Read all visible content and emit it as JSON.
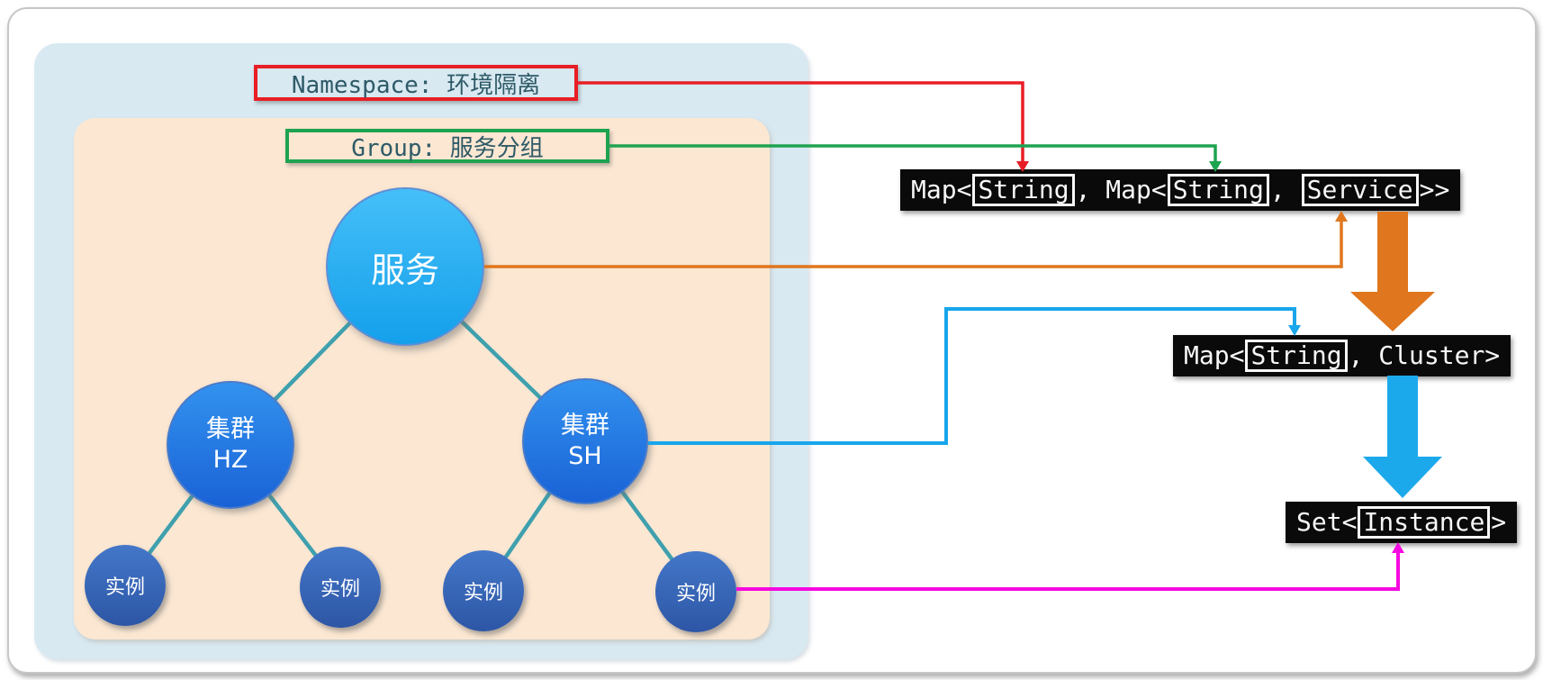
{
  "panels": {
    "namespace": {
      "label": "Namespace: 环境隔离"
    },
    "group": {
      "label": "Group: 服务分组"
    }
  },
  "tree": {
    "service": {
      "label": "服务"
    },
    "clusters": [
      {
        "type": "集群",
        "name": "HZ"
      },
      {
        "type": "集群",
        "name": "SH"
      }
    ],
    "instances": [
      {
        "label": "实例"
      },
      {
        "label": "实例"
      },
      {
        "label": "实例"
      },
      {
        "label": "实例"
      }
    ]
  },
  "code": {
    "service_map": {
      "seg1": "Map<",
      "key1": "String",
      "seg2": ", Map<",
      "key2": "String",
      "seg3": ", ",
      "val": "Service",
      "seg4": ">>"
    },
    "cluster_map": {
      "seg1": "Map<",
      "key": "String",
      "seg2": ", Cluster>"
    },
    "instance_set": {
      "seg1": "Set<",
      "val": "Instance",
      "seg2": ">"
    }
  },
  "colors": {
    "namespace_red": "#e81e25",
    "group_green": "#1ea351",
    "service_orange": "#e0761d",
    "cluster_blue": "#18a6ec",
    "instance_magenta": "#f608e0",
    "tree_line_teal": "#3fa0ae",
    "label_text": "#2e5a67",
    "namespace_panel_bg": "#d8e9f2",
    "group_panel_bg": "#fbe7d2",
    "code_block_bg": "#0a0a0a"
  }
}
